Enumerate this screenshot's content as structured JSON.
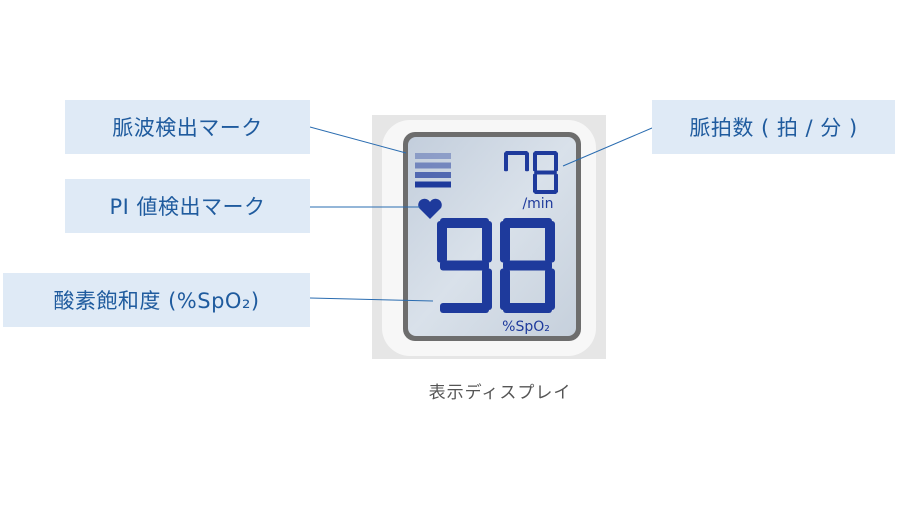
{
  "labels": {
    "pulse_wave_mark": "脈波検出マーク",
    "pi_mark": "PI 値検出マーク",
    "spo2": "酸素飽和度 (%SpO₂)",
    "pulse_rate": "脈拍数 ( 拍 / 分 )"
  },
  "display": {
    "pulse_rate_value": "78",
    "pulse_unit": "/min",
    "spo2_value": "98",
    "spo2_unit": "%SpO₂",
    "pulse_bar_levels": 4,
    "lcd_digit_color": "#1e3a9c",
    "lcd_background": "#cdd7e3"
  },
  "caption": "表示ディスプレイ",
  "colors": {
    "label_bg": "#dfeaf6",
    "label_text": "#1f5b9e",
    "leader_line": "#2a6cb0"
  }
}
